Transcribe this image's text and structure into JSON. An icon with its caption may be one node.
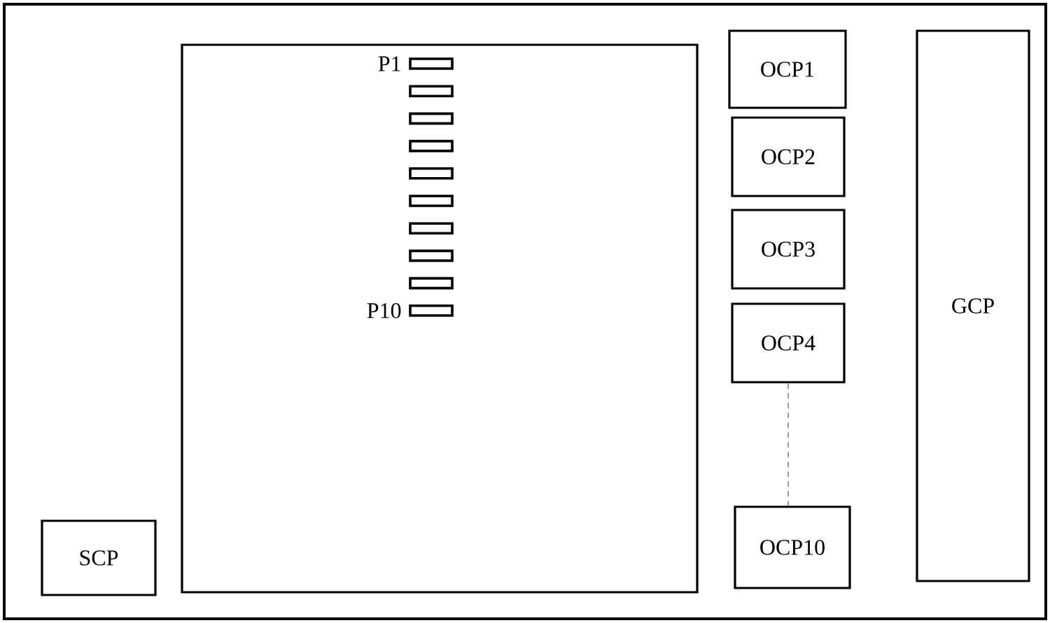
{
  "diagram": {
    "nodes": [
      {
        "text": [],
        "shape": "box"
      },
      {
        "text": [],
        "shape": "box",
        "in": 0
      },
      {
        "text": [],
        "shape": "box",
        "in": 1,
        "beside": [
          "P1"
        ]
      },
      {
        "text": [],
        "shape": "box",
        "in": 1
      },
      {
        "text": [],
        "shape": "box",
        "in": 1
      },
      {
        "text": [],
        "shape": "box",
        "in": 1
      },
      {
        "text": [],
        "shape": "box",
        "in": 1
      },
      {
        "text": [],
        "shape": "box",
        "in": 1
      },
      {
        "text": [],
        "shape": "box",
        "in": 1
      },
      {
        "text": [],
        "shape": "box",
        "in": 1
      },
      {
        "text": [],
        "shape": "box",
        "in": 1
      },
      {
        "text": [],
        "shape": "box",
        "in": 1,
        "beside": [
          "P10"
        ]
      },
      {
        "text": [
          "OCP1"
        ],
        "in": 0
      },
      {
        "text": [
          "OCP2"
        ],
        "in": 0
      },
      {
        "text": [
          "OCP3"
        ],
        "in": 0
      },
      {
        "text": [
          "OCP4"
        ],
        "in": 0
      },
      {
        "text": [
          "OCP10"
        ],
        "in": 0
      },
      {
        "text": [
          "GCP"
        ],
        "in": 0
      },
      {
        "text": [
          "SCP"
        ],
        "in": 0
      }
    ],
    "edges": [
      {
        "from": 15,
        "to": 16,
        "arrow": "none",
        "style": "dashed"
      }
    ]
  }
}
